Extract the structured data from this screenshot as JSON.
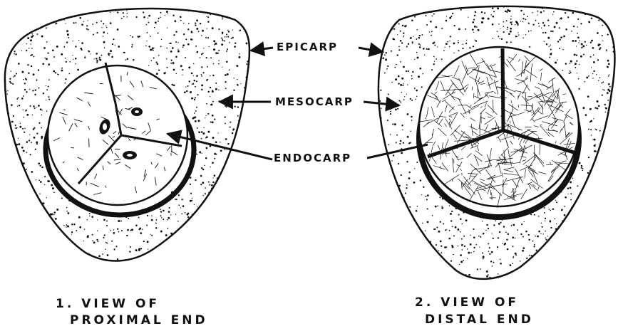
{
  "labels": {
    "epicarp": "EPICARP",
    "mesocarp": "MESOCARP",
    "endocarp": "ENDOCARP"
  },
  "captions": {
    "left_line1": "1.   VIEW OF",
    "left_line2": "PROXIMAL END",
    "right_line1": "2.  VIEW OF",
    "right_line2": "DISTAL END"
  },
  "colors": {
    "ink": "#111111",
    "paper": "#ffffff"
  }
}
